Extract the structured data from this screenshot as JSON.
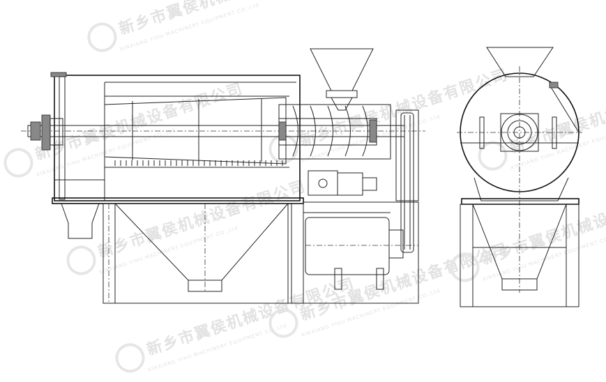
{
  "watermark": {
    "company_cn": "新乡市翼侯机械设备有限公司",
    "company_en": "XINXIANG YIHU MACHINERY EQUIPMENT CO.,Ltd"
  },
  "views": [
    "front-elevation",
    "side-elevation"
  ],
  "colors": {
    "line": "#222222",
    "watermark": "#e2e2e2",
    "background": "#ffffff"
  }
}
